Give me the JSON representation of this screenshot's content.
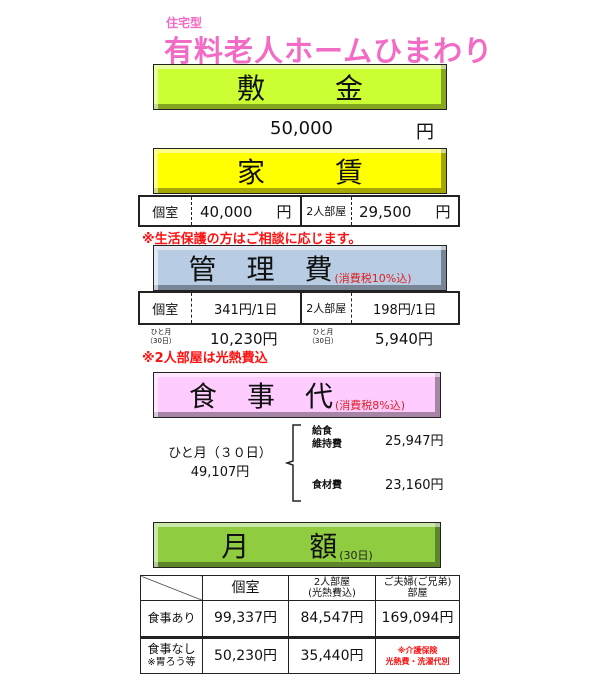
{
  "header": {
    "subtitle": "住宅型",
    "title": "有料老人ホームひまわり"
  },
  "deposit": {
    "label_a": "敷",
    "label_b": "金",
    "amount": "50,000",
    "unit": "円"
  },
  "rent": {
    "label_a": "家",
    "label_b": "賃",
    "single_label": "個室",
    "single_value": "40,000",
    "double_label": "2人部屋",
    "double_value": "29,500",
    "unit": "円",
    "note": "※生活保護の方はご相談に応じます。"
  },
  "management": {
    "label_a": "管",
    "label_b": "理",
    "label_c": "費",
    "tax": "(消費税10%込)",
    "single_label": "個室",
    "single_value": "341円/1日",
    "double_label": "2人部屋",
    "double_value": "198円/1日",
    "month_label": "ひと月",
    "month_days": "（30日）",
    "single_month": "10,230円",
    "double_month": "5,940円",
    "note": "※2人部屋は光熱費込"
  },
  "meals": {
    "label_a": "食",
    "label_b": "事",
    "label_c": "代",
    "tax": "(消費税8%込)",
    "month_label": "ひと月（３０日）",
    "total": "49,107円",
    "item1_label_a": "給食",
    "item1_label_b": "維持費",
    "item1_value": "25,947円",
    "item2_label": "食材費",
    "item2_value": "23,160円"
  },
  "monthly": {
    "label_a": "月",
    "label_b": "額",
    "days": "(30日)",
    "columns": [
      "個室",
      "2人部屋",
      "(光熱費込)",
      "ご夫婦(ご兄弟)",
      "部屋"
    ],
    "rows": [
      {
        "label": "食事あり",
        "values": [
          "99,337円",
          "84,547円",
          "169,094円"
        ]
      },
      {
        "label": "食事なし",
        "label_note": "※胃ろう等",
        "values": [
          "50,230円",
          "35,440円"
        ],
        "note_a": "※介護保険",
        "note_b": "光熱費・洗濯代別"
      }
    ]
  }
}
